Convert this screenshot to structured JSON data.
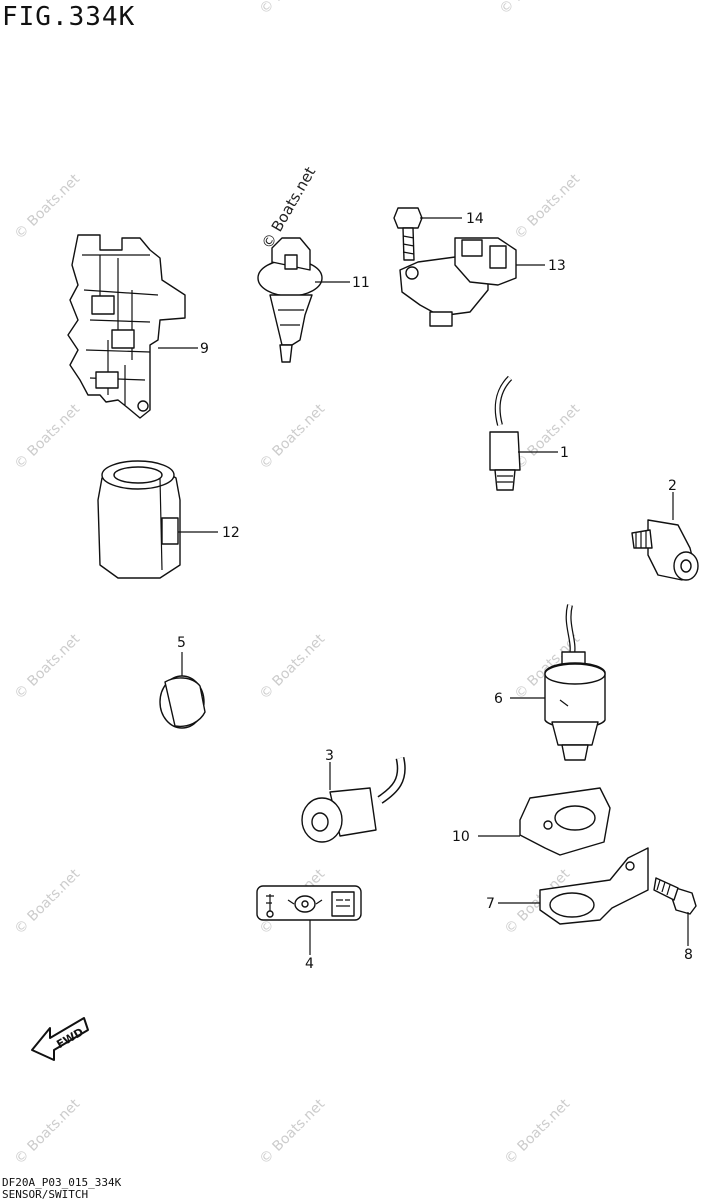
{
  "figure": {
    "title": "FIG.334K",
    "code": "DF20A_P03_015_334K",
    "caption": "SENSOR/SWITCH"
  },
  "watermark": "© Boats.net",
  "fwd_label": "FWD",
  "icon_plate_glyphs": [
    "thermometer-icon",
    "oil-can-icon",
    "battery-icon"
  ],
  "callouts": [
    {
      "id": "1",
      "label": "1"
    },
    {
      "id": "2",
      "label": "2"
    },
    {
      "id": "3",
      "label": "3"
    },
    {
      "id": "4",
      "label": "4"
    },
    {
      "id": "5",
      "label": "5"
    },
    {
      "id": "6",
      "label": "6"
    },
    {
      "id": "7",
      "label": "7"
    },
    {
      "id": "8",
      "label": "8"
    },
    {
      "id": "9",
      "label": "9"
    },
    {
      "id": "10",
      "label": "10"
    },
    {
      "id": "11",
      "label": "11"
    },
    {
      "id": "12",
      "label": "12"
    },
    {
      "id": "13",
      "label": "13"
    },
    {
      "id": "14",
      "label": "14"
    }
  ]
}
